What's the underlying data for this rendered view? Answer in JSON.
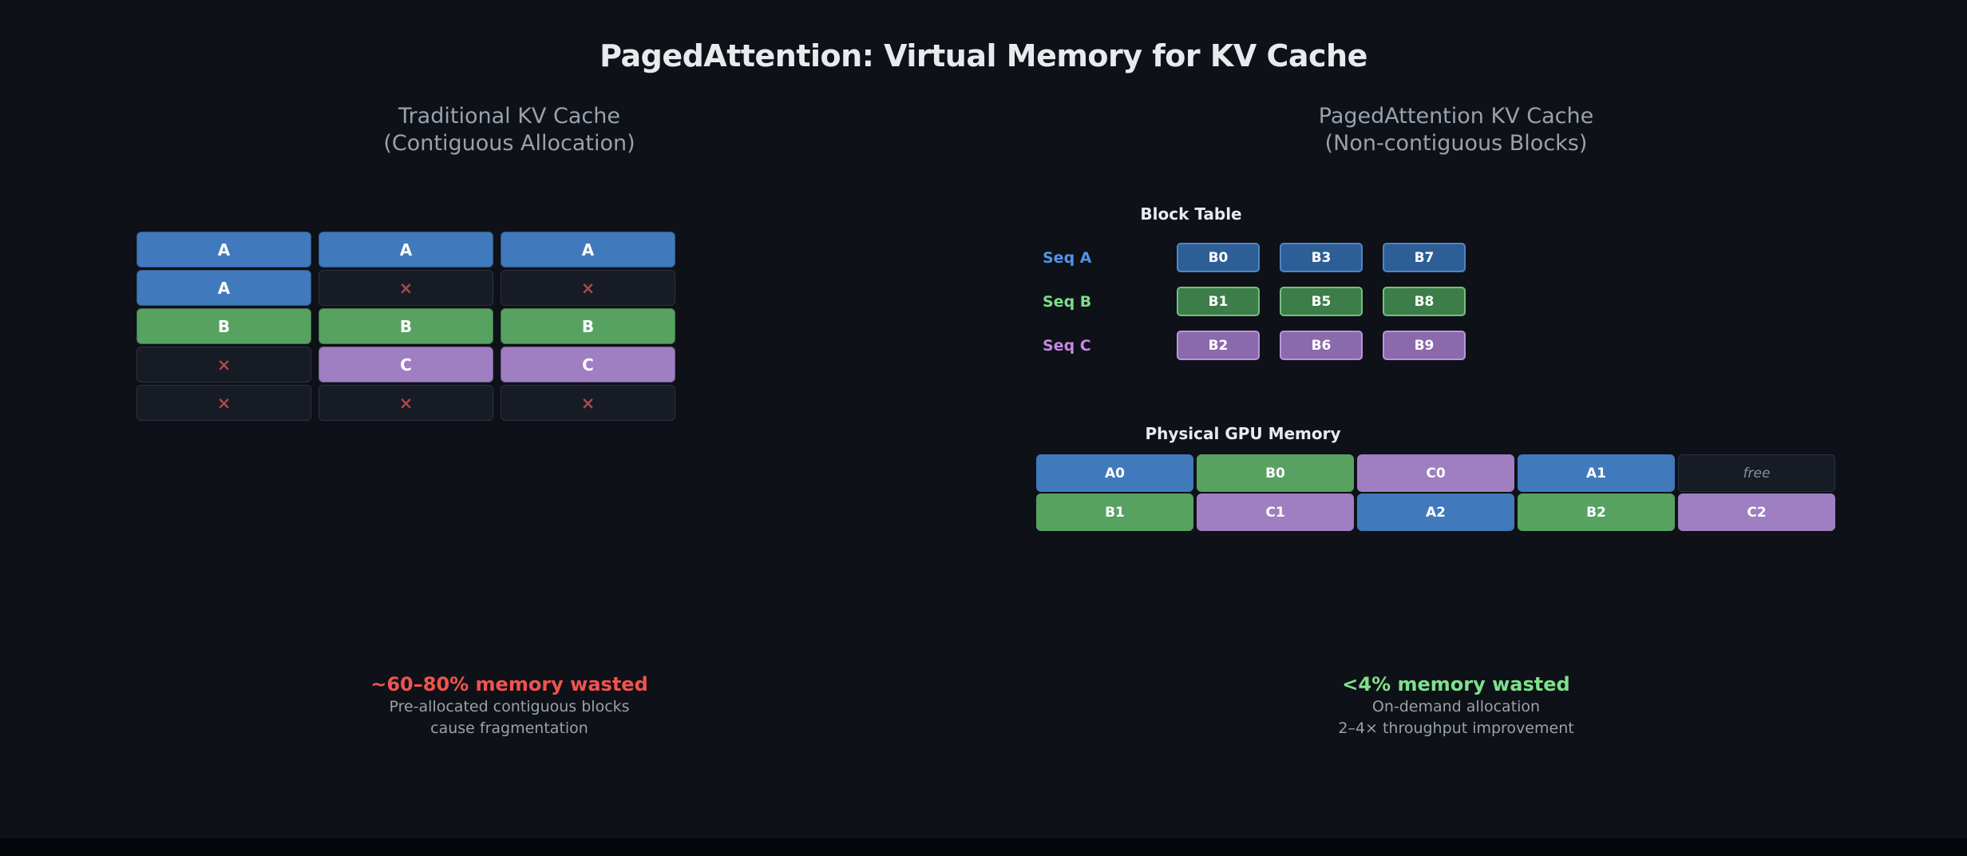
{
  "title": "PagedAttention: Virtual Memory for KV Cache",
  "left_panel": {
    "subtitle_line1": "Traditional KV Cache",
    "subtitle_line2": "(Contiguous Allocation)",
    "grid": {
      "rows": [
        [
          {
            "label": "A",
            "seq": "a"
          },
          {
            "label": "A",
            "seq": "a"
          },
          {
            "label": "A",
            "seq": "a"
          }
        ],
        [
          {
            "label": "A",
            "seq": "a"
          },
          {
            "label": "×",
            "seq": "x"
          },
          {
            "label": "×",
            "seq": "x"
          }
        ],
        [
          {
            "label": "B",
            "seq": "b"
          },
          {
            "label": "B",
            "seq": "b"
          },
          {
            "label": "B",
            "seq": "b"
          }
        ],
        [
          {
            "label": "×",
            "seq": "x"
          },
          {
            "label": "C",
            "seq": "c"
          },
          {
            "label": "C",
            "seq": "c"
          }
        ],
        [
          {
            "label": "×",
            "seq": "x"
          },
          {
            "label": "×",
            "seq": "x"
          },
          {
            "label": "×",
            "seq": "x"
          }
        ]
      ]
    },
    "summary": {
      "headline": "~60–80% memory wasted",
      "note_line1": "Pre-allocated contiguous blocks",
      "note_line2": "cause fragmentation"
    }
  },
  "right_panel": {
    "subtitle_line1": "PagedAttention KV Cache",
    "subtitle_line2": "(Non-contiguous Blocks)",
    "block_table": {
      "heading": "Block Table",
      "rows": [
        {
          "label": "Seq A",
          "seq": "a",
          "blocks": [
            "B0",
            "B3",
            "B7"
          ]
        },
        {
          "label": "Seq B",
          "seq": "b",
          "blocks": [
            "B1",
            "B5",
            "B8"
          ]
        },
        {
          "label": "Seq C",
          "seq": "c",
          "blocks": [
            "B2",
            "B6",
            "B9"
          ]
        }
      ]
    },
    "gpu_memory": {
      "heading": "Physical GPU Memory",
      "rows": [
        [
          {
            "label": "A0",
            "seq": "a"
          },
          {
            "label": "B0",
            "seq": "b"
          },
          {
            "label": "C0",
            "seq": "c"
          },
          {
            "label": "A1",
            "seq": "a"
          },
          {
            "label": "free",
            "seq": "free"
          }
        ],
        [
          {
            "label": "B1",
            "seq": "b"
          },
          {
            "label": "C1",
            "seq": "c"
          },
          {
            "label": "A2",
            "seq": "a"
          },
          {
            "label": "B2",
            "seq": "b"
          },
          {
            "label": "C2",
            "seq": "c"
          }
        ]
      ]
    },
    "summary": {
      "headline": "<4% memory wasted",
      "note_line1": "On-demand allocation",
      "note_line2": "2–4× throughput improvement"
    }
  },
  "icons": {
    "wasted_slot_icon": "×"
  },
  "colors": {
    "background": "#0e1117",
    "heading_text": "#e8ebee",
    "muted_text": "#99a2ac",
    "seq_a": "#4179bd",
    "seq_b": "#57a261",
    "seq_c": "#9f7ec1",
    "seq_a_label": "#4f95e9",
    "seq_b_label": "#7edd89",
    "seq_c_label": "#c687e4",
    "bt_a_fill": "#2e5e96",
    "bt_a_border": "#4e86c6",
    "bt_b_fill": "#3d7d4a",
    "bt_b_border": "#74c07d",
    "bt_c_fill": "#8a69ac",
    "bt_c_border": "#bc94da",
    "wasted_x": "#a84a4a",
    "empty_fill": "#171b24",
    "empty_border": "#2b3240",
    "wasted_headline": "#f0534f",
    "saved_headline": "#7ee18a",
    "free_text": "#8a919d"
  }
}
